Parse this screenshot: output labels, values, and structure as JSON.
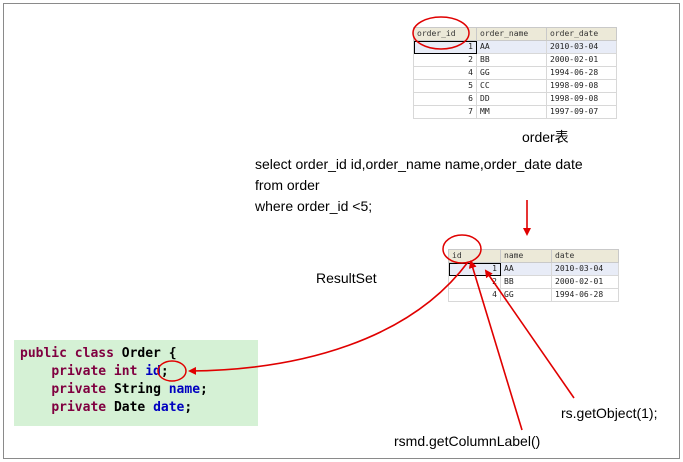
{
  "order_table": {
    "columns": [
      "order_id",
      "order_name",
      "order_date"
    ],
    "rows": [
      [
        "1",
        "AA",
        "2010-03-04"
      ],
      [
        "2",
        "BB",
        "2000-02-01"
      ],
      [
        "4",
        "GG",
        "1994-06-28"
      ],
      [
        "5",
        "CC",
        "1998-09-08"
      ],
      [
        "6",
        "DD",
        "1998-09-08"
      ],
      [
        "7",
        "MM",
        "1997-09-07"
      ]
    ],
    "caption": "order表"
  },
  "sql": {
    "line1": "select order_id id,order_name name,order_date date",
    "line2": "from order",
    "line3": "where order_id <5;"
  },
  "resultset": {
    "label": "ResultSet",
    "columns": [
      "id",
      "name",
      "date"
    ],
    "rows": [
      [
        "1",
        "AA",
        "2010-03-04"
      ],
      [
        "2",
        "BB",
        "2000-02-01"
      ],
      [
        "4",
        "GG",
        "1994-06-28"
      ]
    ]
  },
  "code": {
    "l1_kw": "public class ",
    "l1_name": "Order {",
    "l2_indent": "    ",
    "l2_kw": "private int ",
    "l2_field": "id",
    "l2_end": ";",
    "l3_kw": "private ",
    "l3_type": "String ",
    "l3_field": "name",
    "l3_end": ";",
    "l4_kw": "private ",
    "l4_type": "Date ",
    "l4_field": "date",
    "l4_end": ";"
  },
  "labels": {
    "get_object": "rs.getObject(1);",
    "get_column_label": "rsmd.getColumnLabel()"
  },
  "colors": {
    "annotation": "#e00000",
    "code_bg": "#d5f1d5",
    "keyword": "#800040",
    "field": "#0000c0"
  }
}
